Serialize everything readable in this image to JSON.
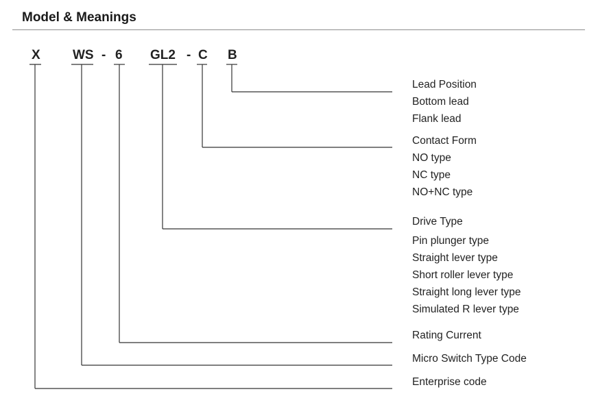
{
  "title": "Model & Meanings",
  "model_code": {
    "enterprise": "X",
    "type_code": "WS",
    "sep1": "-",
    "rating": "6",
    "drive": "GL2",
    "sep2": "-",
    "contact": "C",
    "lead": "B"
  },
  "groups": {
    "lead": {
      "heading": "Lead Position",
      "options": [
        "Bottom lead",
        "Flank lead"
      ]
    },
    "contact": {
      "heading": "Contact Form",
      "options": [
        "NO type",
        "NC type",
        "NO+NC type"
      ]
    },
    "drive": {
      "heading": "Drive Type",
      "options": [
        "Pin plunger type",
        "Straight lever type",
        "Short roller lever type",
        "Straight long lever type",
        "Simulated R lever type"
      ]
    },
    "rating": {
      "heading": "Rating Current"
    },
    "type_code": {
      "heading": "Micro Switch Type Code"
    },
    "enterprise": {
      "heading": "Enterprise code"
    }
  }
}
